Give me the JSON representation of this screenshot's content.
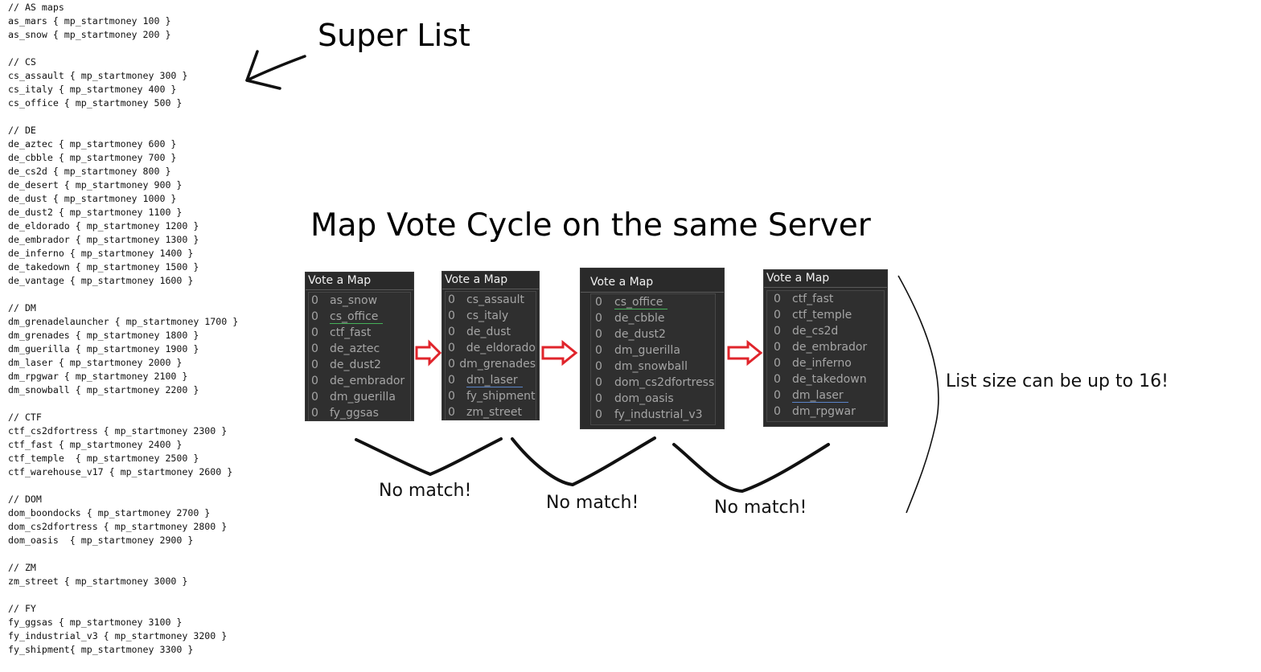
{
  "super_list": {
    "lines": [
      "// AS maps",
      "as_mars { mp_startmoney 100 }",
      "as_snow { mp_startmoney 200 }",
      "",
      "// CS",
      "cs_assault { mp_startmoney 300 }",
      "cs_italy { mp_startmoney 400 }",
      "cs_office { mp_startmoney 500 }",
      "",
      "// DE",
      "de_aztec { mp_startmoney 600 }",
      "de_cbble { mp_startmoney 700 }",
      "de_cs2d { mp_startmoney 800 }",
      "de_desert { mp_startmoney 900 }",
      "de_dust { mp_startmoney 1000 }",
      "de_dust2 { mp_startmoney 1100 }",
      "de_eldorado { mp_startmoney 1200 }",
      "de_embrador { mp_startmoney 1300 }",
      "de_inferno { mp_startmoney 1400 }",
      "de_takedown { mp_startmoney 1500 }",
      "de_vantage { mp_startmoney 1600 }",
      "",
      "// DM",
      "dm_grenadelauncher { mp_startmoney 1700 }",
      "dm_grenades { mp_startmoney 1800 }",
      "dm_guerilla { mp_startmoney 1900 }",
      "dm_laser { mp_startmoney 2000 }",
      "dm_rpgwar { mp_startmoney 2100 }",
      "dm_snowball { mp_startmoney 2200 }",
      "",
      "// CTF",
      "ctf_cs2dfortress { mp_startmoney 2300 }",
      "ctf_fast { mp_startmoney 2400 }",
      "ctf_temple  { mp_startmoney 2500 }",
      "ctf_warehouse_v17 { mp_startmoney 2600 }",
      "",
      "// DOM",
      "dom_boondocks { mp_startmoney 2700 }",
      "dom_cs2dfortress { mp_startmoney 2800 }",
      "dom_oasis  { mp_startmoney 2900 }",
      "",
      "// ZM",
      "zm_street { mp_startmoney 3000 }",
      "",
      "// FY",
      "fy_ggsas { mp_startmoney 3100 }",
      "fy_industrial_v3 { mp_startmoney 3200 }",
      "fy_shipment{ mp_startmoney 3300 }"
    ]
  },
  "titles": {
    "super_list": "Super List",
    "cycle": "Map Vote Cycle on the same Server"
  },
  "labels": {
    "no_match_1": "No match!",
    "no_match_2": "No match!",
    "no_match_3": "No match!",
    "list_size": "List size can be up to 16!"
  },
  "vote_panels": [
    {
      "title": "Vote a Map",
      "items": [
        {
          "count": "0",
          "map": "as_snow",
          "underline": ""
        },
        {
          "count": "0",
          "map": "cs_office",
          "underline": "green"
        },
        {
          "count": "0",
          "map": "ctf_fast",
          "underline": ""
        },
        {
          "count": "0",
          "map": "de_aztec",
          "underline": ""
        },
        {
          "count": "0",
          "map": "de_dust2",
          "underline": ""
        },
        {
          "count": "0",
          "map": "de_embrador",
          "underline": ""
        },
        {
          "count": "0",
          "map": "dm_guerilla",
          "underline": ""
        },
        {
          "count": "0",
          "map": "fy_ggsas",
          "underline": ""
        }
      ]
    },
    {
      "title": "Vote a Map",
      "items": [
        {
          "count": "0",
          "map": "cs_assault",
          "underline": ""
        },
        {
          "count": "0",
          "map": "cs_italy",
          "underline": ""
        },
        {
          "count": "0",
          "map": "de_dust",
          "underline": ""
        },
        {
          "count": "0",
          "map": "de_eldorado",
          "underline": ""
        },
        {
          "count": "0",
          "map": "dm_grenades",
          "underline": ""
        },
        {
          "count": "0",
          "map": "dm_laser",
          "underline": "blue"
        },
        {
          "count": "0",
          "map": "fy_shipment",
          "underline": ""
        },
        {
          "count": "0",
          "map": "zm_street",
          "underline": ""
        }
      ]
    },
    {
      "title": "Vote a Map",
      "items": [
        {
          "count": "0",
          "map": "cs_office",
          "underline": "green"
        },
        {
          "count": "0",
          "map": "de_cbble",
          "underline": ""
        },
        {
          "count": "0",
          "map": "de_dust2",
          "underline": ""
        },
        {
          "count": "0",
          "map": "dm_guerilla",
          "underline": ""
        },
        {
          "count": "0",
          "map": "dm_snowball",
          "underline": ""
        },
        {
          "count": "0",
          "map": "dom_cs2dfortress",
          "underline": ""
        },
        {
          "count": "0",
          "map": "dom_oasis",
          "underline": ""
        },
        {
          "count": "0",
          "map": "fy_industrial_v3",
          "underline": ""
        }
      ]
    },
    {
      "title": "Vote a Map",
      "items": [
        {
          "count": "0",
          "map": "ctf_fast",
          "underline": ""
        },
        {
          "count": "0",
          "map": "ctf_temple",
          "underline": ""
        },
        {
          "count": "0",
          "map": "de_cs2d",
          "underline": ""
        },
        {
          "count": "0",
          "map": "de_embrador",
          "underline": ""
        },
        {
          "count": "0",
          "map": "de_inferno",
          "underline": ""
        },
        {
          "count": "0",
          "map": "de_takedown",
          "underline": ""
        },
        {
          "count": "0",
          "map": "dm_laser",
          "underline": "blue"
        },
        {
          "count": "0",
          "map": "dm_rpgwar",
          "underline": ""
        }
      ]
    }
  ],
  "colors": {
    "arrow_red": "#e0242b",
    "panel_bg": "#2b2b2b",
    "ink": "#111111"
  }
}
